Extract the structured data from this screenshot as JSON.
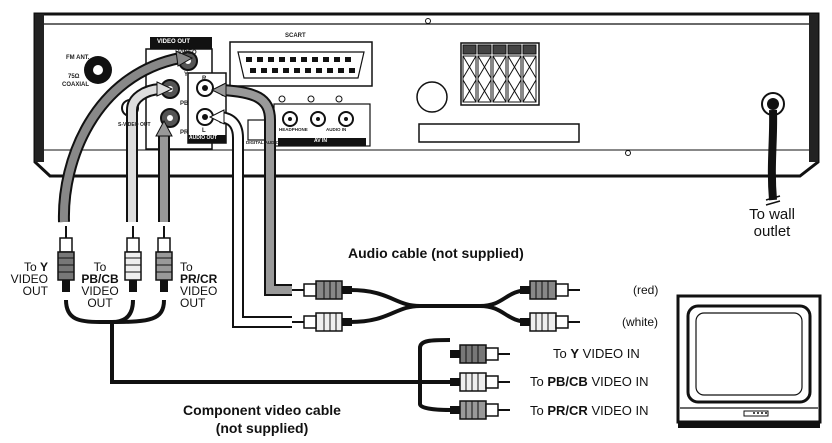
{
  "panel_labels": {
    "video_out": "VIDEO OUT",
    "video": "VIDEO",
    "scart": "SCART",
    "fm_ant": "FM ANT.",
    "fm_ohm": "75Ω",
    "fm_coaxial": "COAXIAL",
    "audio_out": "AUDIO OUT",
    "y": "Y",
    "pb": "PB",
    "pr": "PR",
    "r": "R",
    "l": "L",
    "digital_audio": "DIGITAL AUDIO",
    "headphone": "HEADPHONE",
    "audio_in": "AUDIO IN",
    "av_in": "AV IN",
    "s_video_out": "S-VIDEO OUT"
  },
  "captions": {
    "wall_outlet_line1": "To wall",
    "wall_outlet_line2": "outlet",
    "audio_cable": "Audio cable (not supplied)",
    "red": "(red)",
    "white": "(white)",
    "component_cable_line1": "Component video cable",
    "component_cable_line2": "(not supplied)"
  },
  "left_plugs": {
    "y": {
      "to": "To",
      "signal": "Y",
      "line2": "VIDEO",
      "line3": "OUT"
    },
    "pb": {
      "to": "To",
      "signal": "PB/CB",
      "line2": "VIDEO",
      "line3": "OUT"
    },
    "pr": {
      "to": "To",
      "signal": "PR/CR",
      "line2": "VIDEO",
      "line3": "OUT"
    }
  },
  "tv_inputs": {
    "y": {
      "to": "To",
      "signal": "Y",
      "rest": "VIDEO IN"
    },
    "pb": {
      "to": "To",
      "signal": "PB/CB",
      "rest": "VIDEO IN"
    },
    "pr": {
      "to": "To",
      "signal": "PR/CR",
      "rest": "VIDEO IN"
    }
  }
}
